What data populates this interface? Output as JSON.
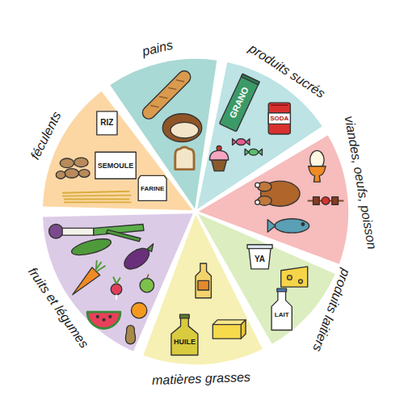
{
  "diagram": {
    "nodes": [
      {
        "text": [
          "pains"
        ]
      },
      {
        "text": [
          "produits sucrés"
        ]
      },
      {
        "text": [
          "viandes, oeufs, poisson"
        ]
      },
      {
        "text": [
          "produits laitiers"
        ]
      },
      {
        "text": [
          "matières grasses"
        ]
      },
      {
        "text": [
          "fruits et légumes"
        ]
      },
      {
        "text": [
          "féculents"
        ]
      }
    ],
    "labels": [
      "RIZ",
      "SEMOULE",
      "FARINE",
      "GRANO",
      "SODA",
      "YA",
      "LAIT",
      "HUILE"
    ]
  }
}
